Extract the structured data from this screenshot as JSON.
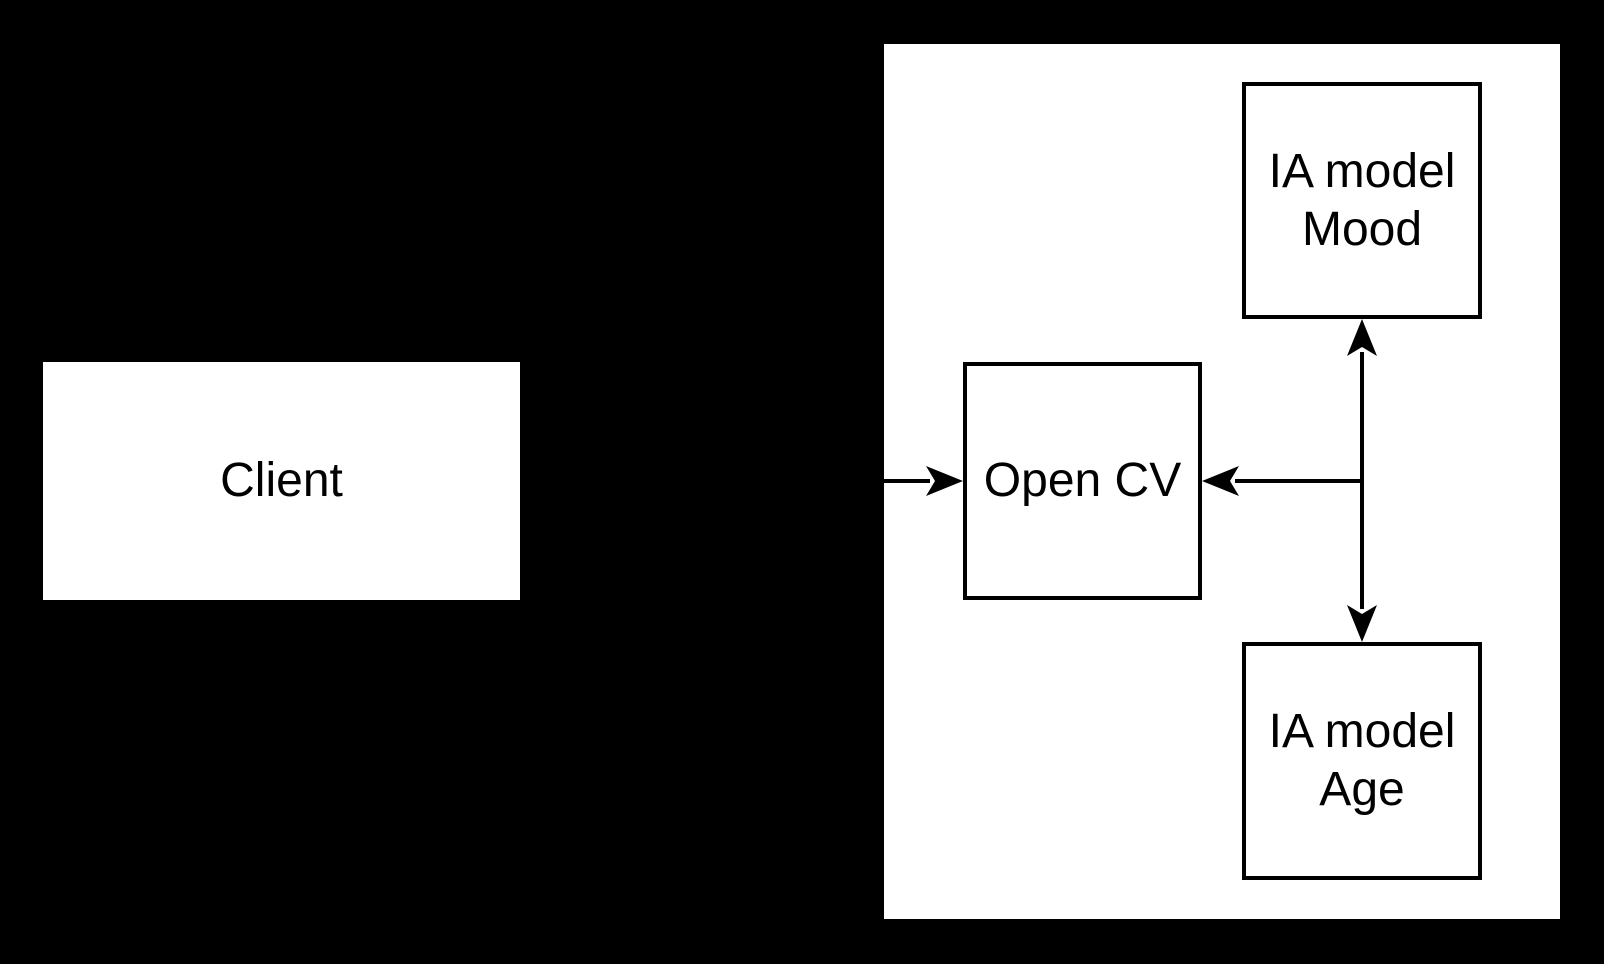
{
  "nodes": {
    "client": {
      "label": "Client"
    },
    "open_cv": {
      "label": "Open CV"
    },
    "ia_model_mood": {
      "line1": "IA model",
      "line2": "Mood"
    },
    "ia_model_age": {
      "line1": "IA model",
      "line2": "Age"
    }
  },
  "colors": {
    "background": "#000000",
    "node_fill": "#ffffff",
    "stroke": "#000000",
    "text": "#000000"
  }
}
